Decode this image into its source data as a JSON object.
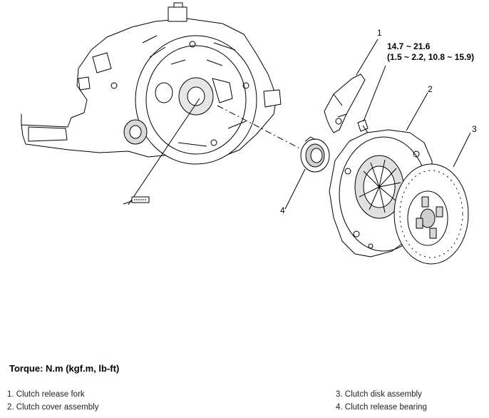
{
  "callouts": {
    "c1": "1",
    "c2": "2",
    "c3": "3",
    "c4": "4"
  },
  "torque_spec": {
    "line1": "14.7 ~ 21.6",
    "line2": "(1.5 ~ 2.2, 10.8 ~ 15.9)"
  },
  "torque_title": "Torque: N.m (kgf.m, lb-ft)",
  "legend": {
    "item1": "1. Clutch release fork",
    "item2": "2. Clutch cover assembly",
    "item3": "3. Clutch disk assembly",
    "item4": "4. Clutch release bearing"
  },
  "colors": {
    "line": "#000000",
    "fill": "#ffffff",
    "shade": "#d9d9d9"
  }
}
